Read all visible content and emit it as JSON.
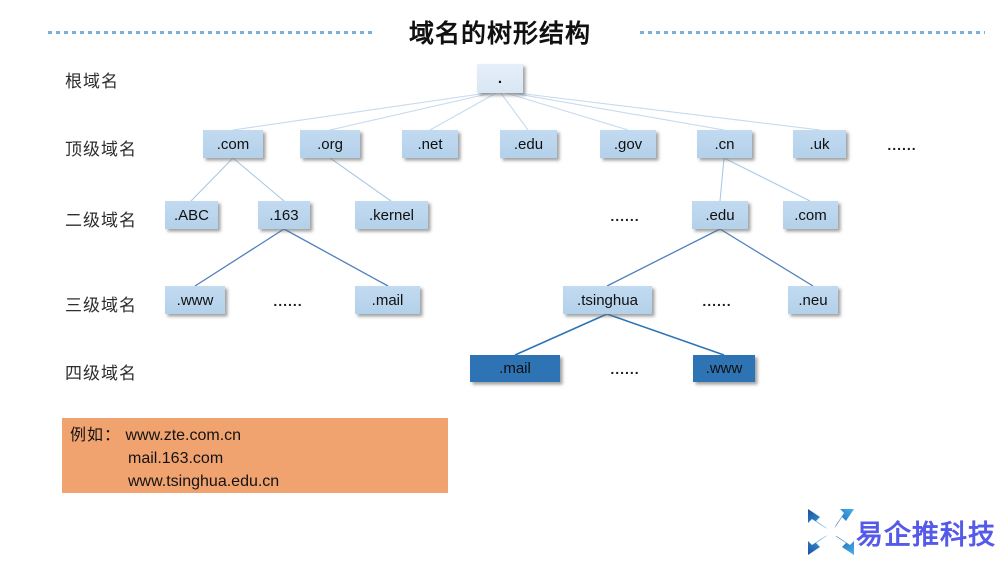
{
  "title": "域名的树形结构",
  "row_labels": [
    "根域名",
    "顶级域名",
    "二级域名",
    "三级域名",
    "四级域名"
  ],
  "tree": {
    "root": {
      "label": "."
    },
    "tld": [
      {
        "label": ".com"
      },
      {
        "label": ".org"
      },
      {
        "label": ".net"
      },
      {
        "label": ".edu"
      },
      {
        "label": ".gov"
      },
      {
        "label": ".cn"
      },
      {
        "label": ".uk"
      }
    ],
    "level2": [
      {
        "label": ".ABC"
      },
      {
        "label": ".163"
      },
      {
        "label": ".kernel"
      },
      {
        "label": ".edu"
      },
      {
        "label": ".com"
      }
    ],
    "level3": [
      {
        "label": ".www"
      },
      {
        "label": ".mail"
      },
      {
        "label": ".tsinghua"
      },
      {
        "label": ".neu"
      }
    ],
    "level4": [
      {
        "label": ".mail"
      },
      {
        "label": ".www"
      }
    ],
    "ellipsis": "......"
  },
  "example": {
    "prefix": "例如：",
    "lines": [
      "www.zte.com.cn",
      "mail.163.com",
      "www.tsinghua.edu.cn"
    ]
  },
  "logo": {
    "text": "易企推科技"
  },
  "colors": {
    "node_light": "#b8d3ea",
    "node_root": "#dce9f6",
    "node_dark": "#2e74b5",
    "edge_light": "#c7daee",
    "edge_mid": "#aac8e6",
    "edge_steel": "#4f81bd",
    "edge_dark": "#2e74b5",
    "example_bg": "#f0a26f",
    "title_dotted": "#79b0df",
    "logo_blue": "#555be8"
  }
}
